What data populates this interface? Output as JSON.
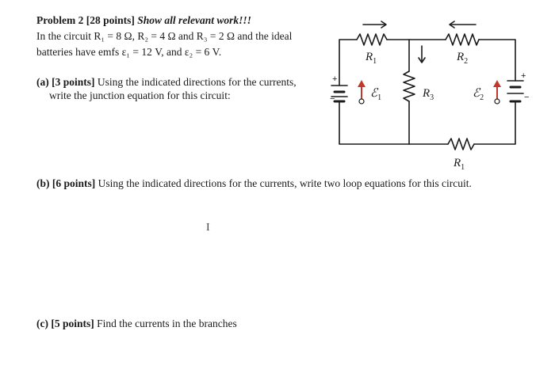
{
  "problem": {
    "title_num": "Problem 2 [28 points]",
    "title_instr": "Show all relevant work!!!",
    "line1": "In the circuit R₁ = 8 Ω, R₂ = 4 Ω and R₃ = 2 Ω and the ideal",
    "line2": "batteries have emfs ε₁ = 12 V, and ε₂ = 6 V."
  },
  "part_a": {
    "label": "(a) [3 points]",
    "text1": " Using the indicated directions for the currents,",
    "text2": "write the junction equation for this circuit:"
  },
  "part_b": {
    "label": "(b) [6 points]",
    "text": " Using the indicated directions for the currents, write two loop equations for this circuit."
  },
  "part_c": {
    "label": "(c)  [5 points]",
    "text": " Find the currents in the branches"
  },
  "cursor_glyph": "I",
  "circuit": {
    "r1_top": "R",
    "r1_top_sub": "1",
    "r2": "R",
    "r2_sub": "2",
    "r3": "R",
    "r3_sub": "3",
    "r1_bottom": "R",
    "r1_bottom_sub": "1",
    "e1": "ℰ",
    "e1_sub": "1",
    "e2": "ℰ",
    "e2_sub": "2",
    "plus": "+",
    "minus": "−",
    "emf_arrow_color": "#c0392b"
  }
}
